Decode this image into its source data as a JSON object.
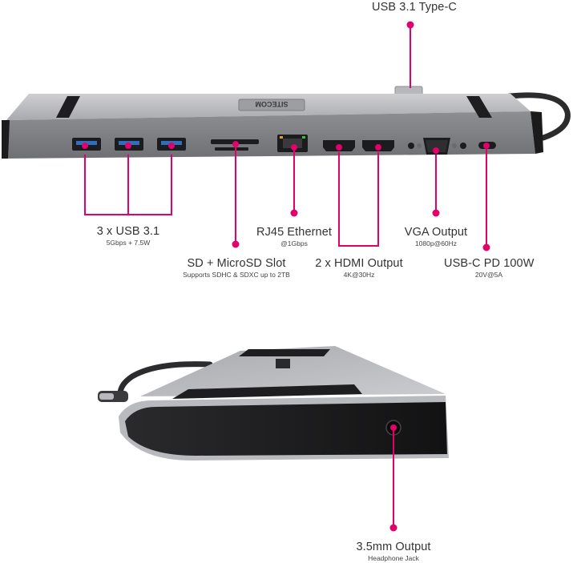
{
  "accent_color": "#e2006a",
  "brand": "SITECOM",
  "callouts": {
    "usb_c_input": {
      "title": "USB 3.1 Type-C"
    },
    "usb_ports": {
      "title": "3 x USB 3.1",
      "detail": "5Gbps + 7.5W"
    },
    "card_slot": {
      "title": "SD + MicroSD Slot",
      "detail": "Supports SDHC & SDXC up to 2TB"
    },
    "ethernet": {
      "title": "RJ45 Ethernet",
      "detail": "@1Gbps"
    },
    "hdmi": {
      "title": "2 x HDMI Output",
      "detail": "4K@30Hz"
    },
    "vga": {
      "title": "VGA Output",
      "detail": "1080p@60Hz"
    },
    "usb_c_pd": {
      "title": "USB-C PD 100W",
      "detail": "20V@5A"
    },
    "audio": {
      "title": "3.5mm Output",
      "detail": "Headphone Jack"
    }
  }
}
